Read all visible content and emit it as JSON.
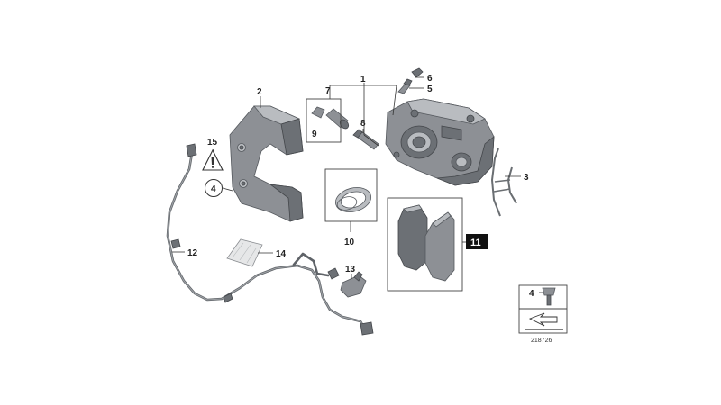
{
  "diagram": {
    "callouts": {
      "c1": "1",
      "c2": "2",
      "c3": "3",
      "c4_circle": "4",
      "c4_legend": "4",
      "c5": "5",
      "c6": "6",
      "c7": "7",
      "c8": "8",
      "c9": "9",
      "c10": "10",
      "c11": "11",
      "c12": "12",
      "c13": "13",
      "c14": "14",
      "c15": "15"
    },
    "image_number": "218726"
  }
}
